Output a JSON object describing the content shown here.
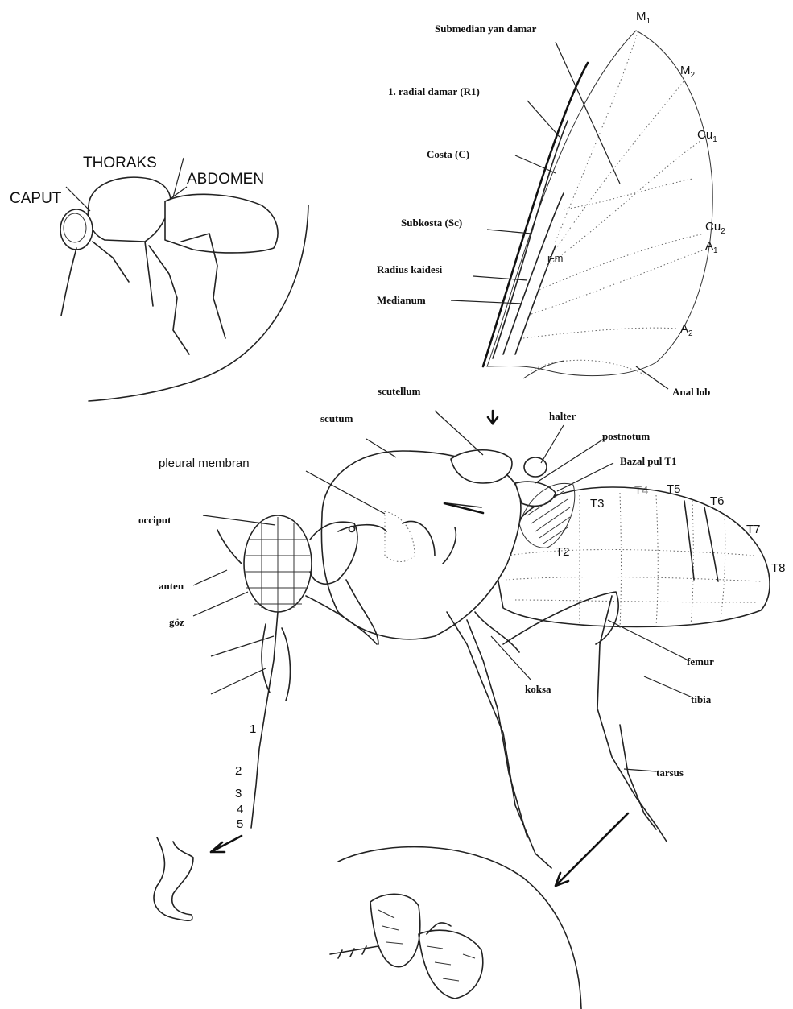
{
  "habitus": {
    "caput": "CAPUT",
    "thoraks": "THORAKS",
    "abdomen": "ABDOMEN"
  },
  "wing": {
    "submedian_yan_damar": "Submedian yan damar",
    "radial_damar": "1. radial damar (R1)",
    "costa": "Costa (C)",
    "subkosta": "Subkosta (Sc)",
    "radius_kaidesi": "Radius kaidesi",
    "medianum": "Medianum",
    "r_m": "r-m",
    "anal_lob": "Anal lob",
    "veins": {
      "m1": "M",
      "m1_sub": "1",
      "m2": "M",
      "m2_sub": "2",
      "cu1": "Cu",
      "cu1_sub": "1",
      "cu2": "Cu",
      "cu2_sub": "2",
      "a1": "A",
      "a1_sub": "1",
      "a2": "A",
      "a2_sub": "2"
    }
  },
  "body": {
    "scutellum": "scutellum",
    "scutum": "scutum",
    "halter": "halter",
    "postnotum": "postnotum",
    "bazal_pul": "Bazal pul T1",
    "pleural_membran": "pleural membran",
    "occiput": "occiput",
    "anten": "anten",
    "goz": "göz",
    "koksa": "koksa",
    "femur": "femur",
    "tibia": "tibia",
    "tarsus": "tarsus",
    "tergites": [
      "T2",
      "T3",
      "T4",
      "T5",
      "T6",
      "T7",
      "T8"
    ],
    "antenna_segments": [
      "1",
      "2",
      "3",
      "4",
      "5"
    ]
  }
}
